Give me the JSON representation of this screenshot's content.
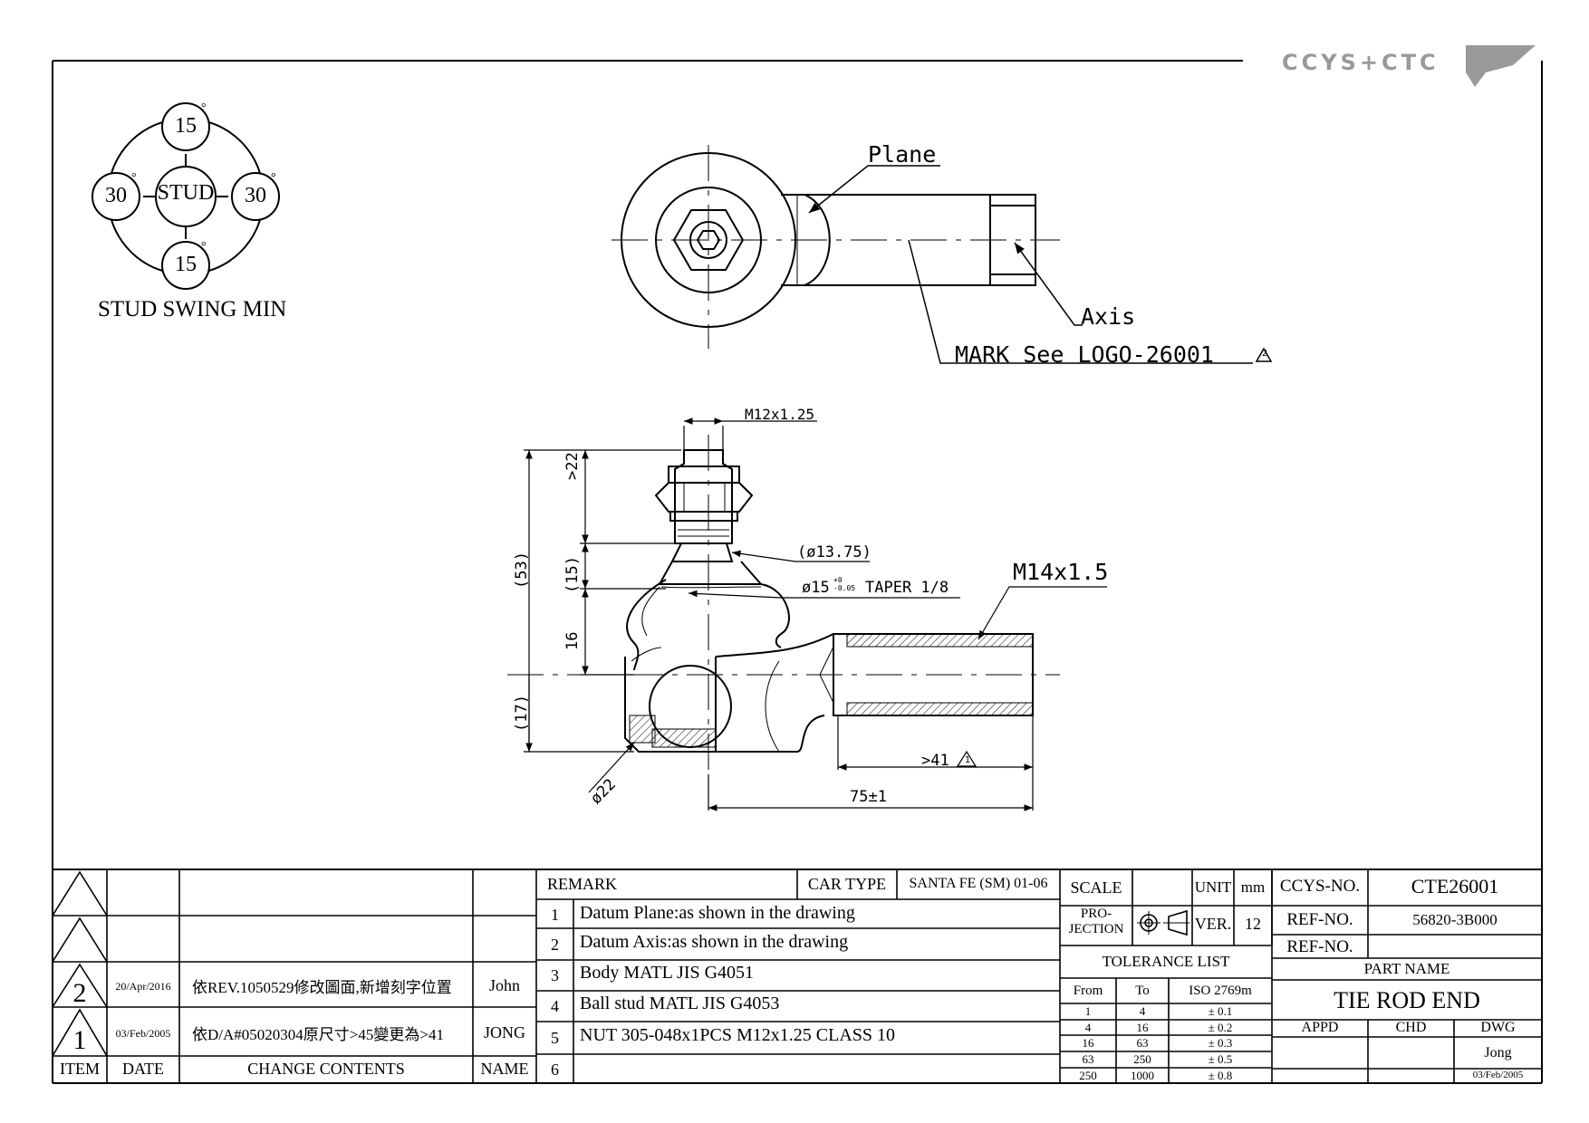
{
  "logo_text": "CCYS+CTC",
  "swing": {
    "top": "15",
    "bottom": "15",
    "left": "30",
    "right": "30",
    "center": "STUD",
    "degree": "°",
    "caption": "STUD SWING MIN"
  },
  "top_view": {
    "plane": "Plane",
    "axis": "Axis",
    "mark": "MARK See LOGO-26001",
    "mark_note": "2"
  },
  "side_view": {
    "thread_top": "M12x1.25",
    "dim_22": ">22",
    "dim_53": "(53)",
    "dim_15": "(15)",
    "dim_16": "16",
    "dim_17": "(17)",
    "dia_1375": "(ø13.75)",
    "taper_prefix": "ø15",
    "taper_tol_plus": "+0",
    "taper_tol_minus": "-0.05",
    "taper_suffix": "TAPER 1/8",
    "thread_right": "M14x1.5",
    "dia_22": "ø22",
    "dim_41": ">41",
    "dim_41_note": "1",
    "dim_75": "75±1"
  },
  "revisions": {
    "headers": {
      "item": "ITEM",
      "date": "DATE",
      "contents": "CHANGE CONTENTS",
      "name": "NAME"
    },
    "rows": [
      {
        "item": "",
        "date": "",
        "contents": "",
        "name": ""
      },
      {
        "item": "",
        "date": "",
        "contents": "",
        "name": ""
      },
      {
        "item": "2",
        "date": "20/Apr/2016",
        "contents": "依REV.1050529修改圖面,新增刻字位置",
        "name": "John"
      },
      {
        "item": "1",
        "date": "03/Feb/2005",
        "contents": "依D/A#05020304原尺寸>45變更為>41",
        "name": "JONG"
      }
    ]
  },
  "remarks": {
    "header": "REMARK",
    "car_type_label": "CAR TYPE",
    "car_type": "SANTA FE (SM) 01-06",
    "items": [
      {
        "no": "1",
        "text": "Datum Plane:as shown in the drawing"
      },
      {
        "no": "2",
        "text": "Datum Axis:as shown in the drawing"
      },
      {
        "no": "3",
        "text": "Body MATL JIS G4051"
      },
      {
        "no": "4",
        "text": "Ball stud MATL JIS G4053"
      },
      {
        "no": "5",
        "text": "NUT 305-048x1PCS M12x1.25 CLASS 10"
      },
      {
        "no": "6",
        "text": ""
      }
    ]
  },
  "scale_block": {
    "scale_label": "SCALE",
    "scale_value": "",
    "unit_label": "UNIT",
    "unit_value": "mm",
    "projection_label_1": "PRO-",
    "projection_label_2": "JECTION",
    "ver_label": "VER.",
    "ver_value": "12"
  },
  "tolerance": {
    "title": "TOLERANCE LIST",
    "headers": {
      "from": "From",
      "to": "To",
      "iso": "ISO 2769m"
    },
    "rows": [
      {
        "from": "1",
        "to": "4",
        "tol": "± 0.1"
      },
      {
        "from": "4",
        "to": "16",
        "tol": "± 0.2"
      },
      {
        "from": "16",
        "to": "63",
        "tol": "± 0.3"
      },
      {
        "from": "63",
        "to": "250",
        "tol": "± 0.5"
      },
      {
        "from": "250",
        "to": "1000",
        "tol": "± 0.8"
      }
    ]
  },
  "title_block": {
    "ccys_label": "CCYS-NO.",
    "ccys_value": "CTE26001",
    "ref1_label": "REF-NO.",
    "ref1_value": "56820-3B000",
    "ref2_label": "REF-NO.",
    "ref2_value": "",
    "part_name_label": "PART NAME",
    "part_name": "TIE ROD END",
    "appd": "APPD",
    "chd": "CHD",
    "dwg": "DWG",
    "dwg_name": "Jong",
    "dwg_date": "03/Feb/2005"
  }
}
